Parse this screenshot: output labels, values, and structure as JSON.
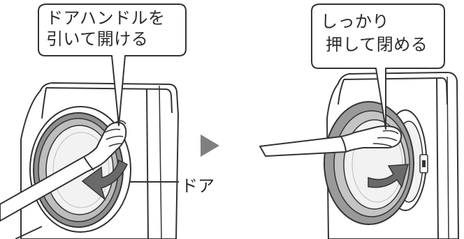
{
  "steps": [
    {
      "instruction_line1": "ドアハンドルを",
      "instruction_line2": "引いて開ける"
    },
    {
      "instruction_line1": "しっかり",
      "instruction_line2": "押して閉める"
    }
  ],
  "labels": {
    "door": "ドア"
  },
  "colors": {
    "line": "#333333",
    "arrow_fill": "#666666",
    "next_arrow": "#808080",
    "door_ring": "#8f8f8f",
    "door_glass": "#f2f2f2",
    "door_ring_closing": "#9a9a9a",
    "background": "#ffffff"
  },
  "icons": {
    "next_step": "triangle-right-icon",
    "motion": "curved-arrow-icon"
  }
}
